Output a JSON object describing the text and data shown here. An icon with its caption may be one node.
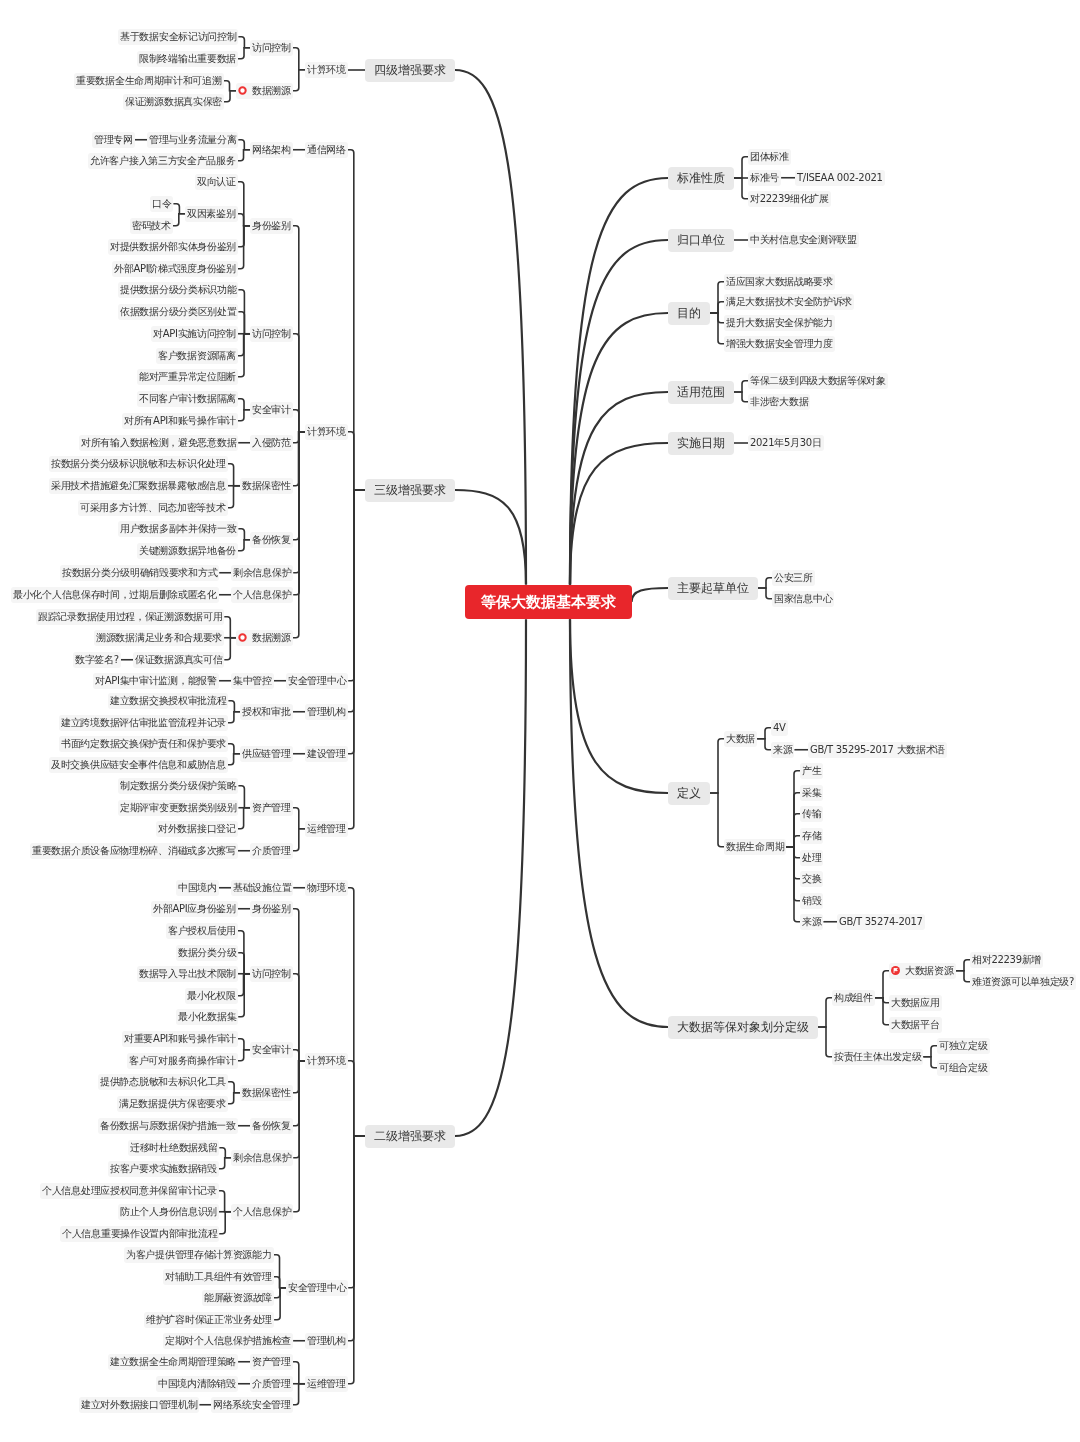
{
  "diagram": {
    "nodes": [
      {
        "text": [
          "等保大数据基本要求"
        ]
      },
      {
        "text": [
          "四级增强要求"
        ]
      },
      {
        "text": [
          "计算环境"
        ]
      },
      {
        "text": [
          "访问控制"
        ]
      },
      {
        "text": [
          "基于数据安全标记访问控制"
        ]
      },
      {
        "text": [
          "限制终端输出重要数据"
        ]
      },
      {
        "text": [
          "数据溯源"
        ]
      },
      {
        "text": [
          "重要数据全生命周期审计和可追溯"
        ]
      },
      {
        "text": [
          "保证溯源数据真实保密"
        ]
      },
      {
        "text": [
          "三级增强要求"
        ]
      },
      {
        "text": [
          "通信网络"
        ]
      },
      {
        "text": [
          "网络架构"
        ]
      },
      {
        "text": [
          "管理与业务流量分离"
        ]
      },
      {
        "text": [
          "管理专网"
        ]
      },
      {
        "text": [
          "允许客户接入第三方安全产品服务"
        ]
      },
      {
        "text": [
          "计算环境"
        ]
      },
      {
        "text": [
          "身份鉴别"
        ]
      },
      {
        "text": [
          "双向认证"
        ]
      },
      {
        "text": [
          "双因素鉴别"
        ]
      },
      {
        "text": [
          "口令"
        ]
      },
      {
        "text": [
          "密码技术"
        ]
      },
      {
        "text": [
          "对提供数据外部实体身份鉴别"
        ]
      },
      {
        "text": [
          "外部API阶梯式强度身份鉴别"
        ]
      },
      {
        "text": [
          "访问控制"
        ]
      },
      {
        "text": [
          "提供数据分级分类标识功能"
        ]
      },
      {
        "text": [
          "依据数据分级分类区别处置"
        ]
      },
      {
        "text": [
          "对API实施访问控制"
        ]
      },
      {
        "text": [
          "客户数据资源隔离"
        ]
      },
      {
        "text": [
          "能对严重异常定位阻断"
        ]
      },
      {
        "text": [
          "安全审计"
        ]
      },
      {
        "text": [
          "不同客户审计数据隔离"
        ]
      },
      {
        "text": [
          "对所有API和账号操作审计"
        ]
      },
      {
        "text": [
          "入侵防范"
        ]
      },
      {
        "text": [
          "对所有输入数据检测，避免恶意数据"
        ]
      },
      {
        "text": [
          "数据保密性"
        ]
      },
      {
        "text": [
          "按数据分类分级标识脱敏和去标识化处理"
        ]
      },
      {
        "text": [
          "采用技术措施避免汇聚数据暴露敏感信息"
        ]
      },
      {
        "text": [
          "可采用多方计算、同态加密等技术"
        ]
      },
      {
        "text": [
          "备份恢复"
        ]
      },
      {
        "text": [
          "用户数据多副本并保持一致"
        ]
      },
      {
        "text": [
          "关键溯源数据异地备份"
        ]
      },
      {
        "text": [
          "剩余信息保护"
        ]
      },
      {
        "text": [
          "按数据分类分级明确销毁要求和方式"
        ]
      },
      {
        "text": [
          "个人信息保护"
        ]
      },
      {
        "text": [
          "最小化个人信息保存时间，过期后删除或匿名化"
        ]
      },
      {
        "text": [
          "数据溯源"
        ]
      },
      {
        "text": [
          "跟踪记录数据使用过程，保证溯源数据可用"
        ]
      },
      {
        "text": [
          "溯源数据满足业务和合规要求"
        ]
      },
      {
        "text": [
          "保证数据源真实可信"
        ]
      },
      {
        "text": [
          "数字签名?"
        ]
      },
      {
        "text": [
          "安全管理中心"
        ]
      },
      {
        "text": [
          "集中管控"
        ]
      },
      {
        "text": [
          "对API集中审计监测，能报警"
        ]
      },
      {
        "text": [
          "管理机构"
        ]
      },
      {
        "text": [
          "授权和审批"
        ]
      },
      {
        "text": [
          "建立数据交换授权审批流程"
        ]
      },
      {
        "text": [
          "建立跨境数据评估审批监管流程并记录"
        ]
      },
      {
        "text": [
          "建设管理"
        ]
      },
      {
        "text": [
          "供应链管理"
        ]
      },
      {
        "text": [
          "书面约定数据交换保护责任和保护要求"
        ]
      },
      {
        "text": [
          "及时交换供应链安全事件信息和威胁信息"
        ]
      },
      {
        "text": [
          "运维管理"
        ]
      },
      {
        "text": [
          "资产管理"
        ]
      },
      {
        "text": [
          "制定数据分类分级保护策略"
        ]
      },
      {
        "text": [
          "定期评审变更数据类别级别"
        ]
      },
      {
        "text": [
          "对外数据接口登记"
        ]
      },
      {
        "text": [
          "介质管理"
        ]
      },
      {
        "text": [
          "重要数据介质设备应物理粉碎、消磁或多次擦写"
        ]
      },
      {
        "text": [
          "二级增强要求"
        ]
      },
      {
        "text": [
          "物理环境"
        ]
      },
      {
        "text": [
          "基础设施位置"
        ]
      },
      {
        "text": [
          "中国境内"
        ]
      },
      {
        "text": [
          "计算环境"
        ]
      },
      {
        "text": [
          "身份鉴别"
        ]
      },
      {
        "text": [
          "外部API应身份鉴别"
        ]
      },
      {
        "text": [
          "访问控制"
        ]
      },
      {
        "text": [
          "客户授权后使用"
        ]
      },
      {
        "text": [
          "数据分类分级"
        ]
      },
      {
        "text": [
          "数据导入导出技术限制"
        ]
      },
      {
        "text": [
          "最小化权限"
        ]
      },
      {
        "text": [
          "最小化数据集"
        ]
      },
      {
        "text": [
          "安全审计"
        ]
      },
      {
        "text": [
          "对重要API和账号操作审计"
        ]
      },
      {
        "text": [
          "客户可对服务商操作审计"
        ]
      },
      {
        "text": [
          "数据保密性"
        ]
      },
      {
        "text": [
          "提供静态脱敏和去标识化工具"
        ]
      },
      {
        "text": [
          "满足数据提供方保密要求"
        ]
      },
      {
        "text": [
          "备份恢复"
        ]
      },
      {
        "text": [
          "备份数据与原数据保护措施一致"
        ]
      },
      {
        "text": [
          "剩余信息保护"
        ]
      },
      {
        "text": [
          "迁移时杜绝数据残留"
        ]
      },
      {
        "text": [
          "按客户要求实施数据销毁"
        ]
      },
      {
        "text": [
          "个人信息保护"
        ]
      },
      {
        "text": [
          "个人信息处理应授权同意并保留审计记录"
        ]
      },
      {
        "text": [
          "防止个人身份信息识别"
        ]
      },
      {
        "text": [
          "个人信息重要操作设置内部审批流程"
        ]
      },
      {
        "text": [
          "安全管理中心"
        ]
      },
      {
        "text": [
          "为客户提供管理存储计算资源能力"
        ]
      },
      {
        "text": [
          "对辅助工具组件有效管理"
        ]
      },
      {
        "text": [
          "能屏蔽资源故障"
        ]
      },
      {
        "text": [
          "维护扩容时保证正常业务处理"
        ]
      },
      {
        "text": [
          "管理机构"
        ]
      },
      {
        "text": [
          "定期对个人信息保护措施检查"
        ]
      },
      {
        "text": [
          "运维管理"
        ]
      },
      {
        "text": [
          "资产管理"
        ]
      },
      {
        "text": [
          "建立数据全生命周期管理策略"
        ]
      },
      {
        "text": [
          "介质管理"
        ]
      },
      {
        "text": [
          "中国境内清除销毁"
        ]
      },
      {
        "text": [
          "网络系统安全管理"
        ]
      },
      {
        "text": [
          "建立对外数据接口管理机制"
        ]
      },
      {
        "text": [
          "标准性质"
        ]
      },
      {
        "text": [
          "团体标准"
        ]
      },
      {
        "text": [
          "标准号"
        ]
      },
      {
        "text": [
          "T/ISEAA 002-2021"
        ]
      },
      {
        "text": [
          "对22239细化扩展"
        ]
      },
      {
        "text": [
          "归口单位"
        ]
      },
      {
        "text": [
          "中关村信息安全测评联盟"
        ]
      },
      {
        "text": [
          "目的"
        ]
      },
      {
        "text": [
          "适应国家大数据战略要求"
        ]
      },
      {
        "text": [
          "满足大数据技术安全防护诉求"
        ]
      },
      {
        "text": [
          "提升大数据安全保护能力"
        ]
      },
      {
        "text": [
          "增强大数据安全管理力度"
        ]
      },
      {
        "text": [
          "适用范围"
        ]
      },
      {
        "text": [
          "等保二级到四级大数据等保对象"
        ]
      },
      {
        "text": [
          "非涉密大数据"
        ]
      },
      {
        "text": [
          "实施日期"
        ]
      },
      {
        "text": [
          "2021年5月30日"
        ]
      },
      {
        "text": [
          "主要起草单位"
        ]
      },
      {
        "text": [
          "公安三所"
        ]
      },
      {
        "text": [
          "国家信息中心"
        ]
      },
      {
        "text": [
          "定义"
        ]
      },
      {
        "text": [
          "大数据"
        ]
      },
      {
        "text": [
          "4V"
        ]
      },
      {
        "text": [
          "来源"
        ]
      },
      {
        "text": [
          "GB/T 35295-2017 大数据术语"
        ]
      },
      {
        "text": [
          "数据生命周期"
        ]
      },
      {
        "text": [
          "产生"
        ]
      },
      {
        "text": [
          "采集"
        ]
      },
      {
        "text": [
          "传输"
        ]
      },
      {
        "text": [
          "存储"
        ]
      },
      {
        "text": [
          "处理"
        ]
      },
      {
        "text": [
          "交换"
        ]
      },
      {
        "text": [
          "销毁"
        ]
      },
      {
        "text": [
          "来源"
        ]
      },
      {
        "text": [
          "GB/T 35274-2017"
        ]
      },
      {
        "text": [
          "大数据等保对象划分定级"
        ]
      },
      {
        "text": [
          "构成组件"
        ]
      },
      {
        "text": [
          "大数据资源"
        ]
      },
      {
        "text": [
          "相对22239新增"
        ]
      },
      {
        "text": [
          "难道资源可以单独定级?"
        ]
      },
      {
        "text": [
          "大数据应用"
        ]
      },
      {
        "text": [
          "大数据平台"
        ]
      },
      {
        "text": [
          "按责任主体出发定级"
        ]
      },
      {
        "text": [
          "可独立定级"
        ]
      },
      {
        "text": [
          "可组合定级"
        ]
      }
    ],
    "edges": [
      {
        "from": 0,
        "to": 1,
        "arrow": "none"
      },
      {
        "from": 1,
        "to": 2,
        "arrow": "none"
      },
      {
        "from": 2,
        "to": 3,
        "arrow": "none"
      },
      {
        "from": 3,
        "to": 4,
        "arrow": "none"
      },
      {
        "from": 3,
        "to": 5,
        "arrow": "none"
      },
      {
        "from": 2,
        "to": 6,
        "arrow": "none"
      },
      {
        "from": 6,
        "to": 7,
        "arrow": "none"
      },
      {
        "from": 6,
        "to": 8,
        "arrow": "none"
      },
      {
        "from": 0,
        "to": 9,
        "arrow": "none"
      },
      {
        "from": 9,
        "to": 10,
        "arrow": "none"
      },
      {
        "from": 10,
        "to": 11,
        "arrow": "none"
      },
      {
        "from": 11,
        "to": 12,
        "arrow": "none"
      },
      {
        "from": 12,
        "to": 13,
        "arrow": "none"
      },
      {
        "from": 11,
        "to": 14,
        "arrow": "none"
      },
      {
        "from": 9,
        "to": 15,
        "arrow": "none"
      },
      {
        "from": 15,
        "to": 16,
        "arrow": "none"
      },
      {
        "from": 16,
        "to": 17,
        "arrow": "none"
      },
      {
        "from": 16,
        "to": 18,
        "arrow": "none"
      },
      {
        "from": 18,
        "to": 19,
        "arrow": "none"
      },
      {
        "from": 18,
        "to": 20,
        "arrow": "none"
      },
      {
        "from": 16,
        "to": 21,
        "arrow": "none"
      },
      {
        "from": 16,
        "to": 22,
        "arrow": "none"
      },
      {
        "from": 15,
        "to": 23,
        "arrow": "none"
      },
      {
        "from": 23,
        "to": 24,
        "arrow": "none"
      },
      {
        "from": 23,
        "to": 25,
        "arrow": "none"
      },
      {
        "from": 23,
        "to": 26,
        "arrow": "none"
      },
      {
        "from": 23,
        "to": 27,
        "arrow": "none"
      },
      {
        "from": 23,
        "to": 28,
        "arrow": "none"
      },
      {
        "from": 15,
        "to": 29,
        "arrow": "none"
      },
      {
        "from": 29,
        "to": 30,
        "arrow": "none"
      },
      {
        "from": 29,
        "to": 31,
        "arrow": "none"
      },
      {
        "from": 15,
        "to": 32,
        "arrow": "none"
      },
      {
        "from": 32,
        "to": 33,
        "arrow": "none"
      },
      {
        "from": 15,
        "to": 34,
        "arrow": "none"
      },
      {
        "from": 34,
        "to": 35,
        "arrow": "none"
      },
      {
        "from": 34,
        "to": 36,
        "arrow": "none"
      },
      {
        "from": 34,
        "to": 37,
        "arrow": "none"
      },
      {
        "from": 15,
        "to": 38,
        "arrow": "none"
      },
      {
        "from": 38,
        "to": 39,
        "arrow": "none"
      },
      {
        "from": 38,
        "to": 40,
        "arrow": "none"
      },
      {
        "from": 15,
        "to": 41,
        "arrow": "none"
      },
      {
        "from": 41,
        "to": 42,
        "arrow": "none"
      },
      {
        "from": 15,
        "to": 43,
        "arrow": "none"
      },
      {
        "from": 43,
        "to": 44,
        "arrow": "none"
      },
      {
        "from": 15,
        "to": 45,
        "arrow": "none"
      },
      {
        "from": 45,
        "to": 46,
        "arrow": "none"
      },
      {
        "from": 45,
        "to": 47,
        "arrow": "none"
      },
      {
        "from": 45,
        "to": 48,
        "arrow": "none"
      },
      {
        "from": 48,
        "to": 49,
        "arrow": "none"
      },
      {
        "from": 9,
        "to": 50,
        "arrow": "none"
      },
      {
        "from": 50,
        "to": 51,
        "arrow": "none"
      },
      {
        "from": 51,
        "to": 52,
        "arrow": "none"
      },
      {
        "from": 9,
        "to": 53,
        "arrow": "none"
      },
      {
        "from": 53,
        "to": 54,
        "arrow": "none"
      },
      {
        "from": 54,
        "to": 55,
        "arrow": "none"
      },
      {
        "from": 54,
        "to": 56,
        "arrow": "none"
      },
      {
        "from": 9,
        "to": 57,
        "arrow": "none"
      },
      {
        "from": 57,
        "to": 58,
        "arrow": "none"
      },
      {
        "from": 58,
        "to": 59,
        "arrow": "none"
      },
      {
        "from": 58,
        "to": 60,
        "arrow": "none"
      },
      {
        "from": 9,
        "to": 61,
        "arrow": "none"
      },
      {
        "from": 61,
        "to": 62,
        "arrow": "none"
      },
      {
        "from": 62,
        "to": 63,
        "arrow": "none"
      },
      {
        "from": 62,
        "to": 64,
        "arrow": "none"
      },
      {
        "from": 62,
        "to": 65,
        "arrow": "none"
      },
      {
        "from": 61,
        "to": 66,
        "arrow": "none"
      },
      {
        "from": 66,
        "to": 67,
        "arrow": "none"
      },
      {
        "from": 0,
        "to": 68,
        "arrow": "none"
      },
      {
        "from": 68,
        "to": 69,
        "arrow": "none"
      },
      {
        "from": 69,
        "to": 70,
        "arrow": "none"
      },
      {
        "from": 70,
        "to": 71,
        "arrow": "none"
      },
      {
        "from": 68,
        "to": 72,
        "arrow": "none"
      },
      {
        "from": 72,
        "to": 73,
        "arrow": "none"
      },
      {
        "from": 73,
        "to": 74,
        "arrow": "none"
      },
      {
        "from": 72,
        "to": 75,
        "arrow": "none"
      },
      {
        "from": 75,
        "to": 76,
        "arrow": "none"
      },
      {
        "from": 75,
        "to": 77,
        "arrow": "none"
      },
      {
        "from": 75,
        "to": 78,
        "arrow": "none"
      },
      {
        "from": 75,
        "to": 79,
        "arrow": "none"
      },
      {
        "from": 75,
        "to": 80,
        "arrow": "none"
      },
      {
        "from": 72,
        "to": 81,
        "arrow": "none"
      },
      {
        "from": 81,
        "to": 82,
        "arrow": "none"
      },
      {
        "from": 81,
        "to": 83,
        "arrow": "none"
      },
      {
        "from": 72,
        "to": 84,
        "arrow": "none"
      },
      {
        "from": 84,
        "to": 85,
        "arrow": "none"
      },
      {
        "from": 84,
        "to": 86,
        "arrow": "none"
      },
      {
        "from": 72,
        "to": 87,
        "arrow": "none"
      },
      {
        "from": 87,
        "to": 88,
        "arrow": "none"
      },
      {
        "from": 72,
        "to": 89,
        "arrow": "none"
      },
      {
        "from": 89,
        "to": 90,
        "arrow": "none"
      },
      {
        "from": 89,
        "to": 91,
        "arrow": "none"
      },
      {
        "from": 72,
        "to": 92,
        "arrow": "none"
      },
      {
        "from": 92,
        "to": 93,
        "arrow": "none"
      },
      {
        "from": 92,
        "to": 94,
        "arrow": "none"
      },
      {
        "from": 92,
        "to": 95,
        "arrow": "none"
      },
      {
        "from": 68,
        "to": 96,
        "arrow": "none"
      },
      {
        "from": 96,
        "to": 97,
        "arrow": "none"
      },
      {
        "from": 96,
        "to": 98,
        "arrow": "none"
      },
      {
        "from": 96,
        "to": 99,
        "arrow": "none"
      },
      {
        "from": 96,
        "to": 100,
        "arrow": "none"
      },
      {
        "from": 68,
        "to": 101,
        "arrow": "none"
      },
      {
        "from": 101,
        "to": 102,
        "arrow": "none"
      },
      {
        "from": 68,
        "to": 103,
        "arrow": "none"
      },
      {
        "from": 103,
        "to": 104,
        "arrow": "none"
      },
      {
        "from": 104,
        "to": 105,
        "arrow": "none"
      },
      {
        "from": 103,
        "to": 106,
        "arrow": "none"
      },
      {
        "from": 106,
        "to": 107,
        "arrow": "none"
      },
      {
        "from": 103,
        "to": 108,
        "arrow": "none"
      },
      {
        "from": 108,
        "to": 109,
        "arrow": "none"
      },
      {
        "from": 0,
        "to": 110,
        "arrow": "none"
      },
      {
        "from": 110,
        "to": 111,
        "arrow": "none"
      },
      {
        "from": 110,
        "to": 112,
        "arrow": "none"
      },
      {
        "from": 112,
        "to": 113,
        "arrow": "none"
      },
      {
        "from": 110,
        "to": 114,
        "arrow": "none"
      },
      {
        "from": 0,
        "to": 115,
        "arrow": "none"
      },
      {
        "from": 115,
        "to": 116,
        "arrow": "none"
      },
      {
        "from": 0,
        "to": 117,
        "arrow": "none"
      },
      {
        "from": 117,
        "to": 118,
        "arrow": "none"
      },
      {
        "from": 117,
        "to": 119,
        "arrow": "none"
      },
      {
        "from": 117,
        "to": 120,
        "arrow": "none"
      },
      {
        "from": 117,
        "to": 121,
        "arrow": "none"
      },
      {
        "from": 0,
        "to": 122,
        "arrow": "none"
      },
      {
        "from": 122,
        "to": 123,
        "arrow": "none"
      },
      {
        "from": 122,
        "to": 124,
        "arrow": "none"
      },
      {
        "from": 0,
        "to": 125,
        "arrow": "none"
      },
      {
        "from": 125,
        "to": 126,
        "arrow": "none"
      },
      {
        "from": 0,
        "to": 127,
        "arrow": "none"
      },
      {
        "from": 127,
        "to": 128,
        "arrow": "none"
      },
      {
        "from": 127,
        "to": 129,
        "arrow": "none"
      },
      {
        "from": 0,
        "to": 130,
        "arrow": "none"
      },
      {
        "from": 130,
        "to": 131,
        "arrow": "none"
      },
      {
        "from": 131,
        "to": 132,
        "arrow": "none"
      },
      {
        "from": 131,
        "to": 133,
        "arrow": "none"
      },
      {
        "from": 133,
        "to": 134,
        "arrow": "none"
      },
      {
        "from": 130,
        "to": 135,
        "arrow": "none"
      },
      {
        "from": 135,
        "to": 136,
        "arrow": "none"
      },
      {
        "from": 135,
        "to": 137,
        "arrow": "none"
      },
      {
        "from": 135,
        "to": 138,
        "arrow": "none"
      },
      {
        "from": 135,
        "to": 139,
        "arrow": "none"
      },
      {
        "from": 135,
        "to": 140,
        "arrow": "none"
      },
      {
        "from": 135,
        "to": 141,
        "arrow": "none"
      },
      {
        "from": 135,
        "to": 142,
        "arrow": "none"
      },
      {
        "from": 135,
        "to": 143,
        "arrow": "none"
      },
      {
        "from": 143,
        "to": 144,
        "arrow": "none"
      },
      {
        "from": 0,
        "to": 145,
        "arrow": "none"
      },
      {
        "from": 145,
        "to": 146,
        "arrow": "none"
      },
      {
        "from": 146,
        "to": 147,
        "arrow": "none"
      },
      {
        "from": 147,
        "to": 148,
        "arrow": "none"
      },
      {
        "from": 147,
        "to": 149,
        "arrow": "none"
      },
      {
        "from": 146,
        "to": 150,
        "arrow": "none"
      },
      {
        "from": 146,
        "to": 151,
        "arrow": "none"
      },
      {
        "from": 145,
        "to": 152,
        "arrow": "none"
      },
      {
        "from": 152,
        "to": 153,
        "arrow": "none"
      },
      {
        "from": 152,
        "to": 154,
        "arrow": "none"
      }
    ]
  }
}
